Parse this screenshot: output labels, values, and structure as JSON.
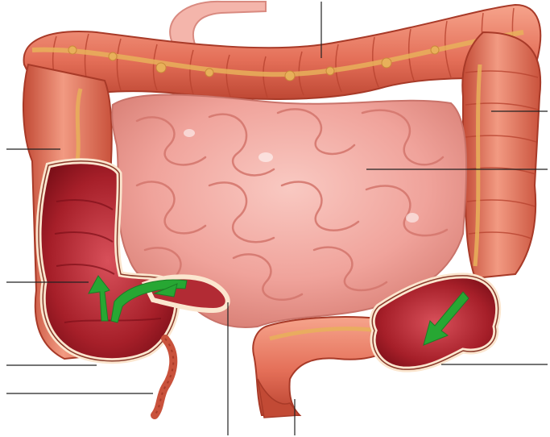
{
  "diagram": {
    "labels": [],
    "colors": {
      "background": "#ffffff",
      "colon_outer": "#e46f58",
      "colon_light": "#f19a84",
      "colon_dark": "#b9422f",
      "small_intestine": "#f2aaa3",
      "small_intestine_shadow": "#d5786f",
      "cutaway_interior": "#a61f29",
      "cutaway_rim": "#fbe6cf",
      "fat_tags": "#e8b05a",
      "flow_arrow": "#27a733",
      "leader_line": "#222222"
    },
    "leader_lines": [
      {
        "id": "top-center"
      },
      {
        "id": "right-upper"
      },
      {
        "id": "right-middle"
      },
      {
        "id": "left-upper"
      },
      {
        "id": "left-middle"
      },
      {
        "id": "left-lower-1"
      },
      {
        "id": "left-lower-2"
      },
      {
        "id": "right-lower"
      },
      {
        "id": "bottom-center"
      },
      {
        "id": "bottom-right"
      }
    ]
  }
}
